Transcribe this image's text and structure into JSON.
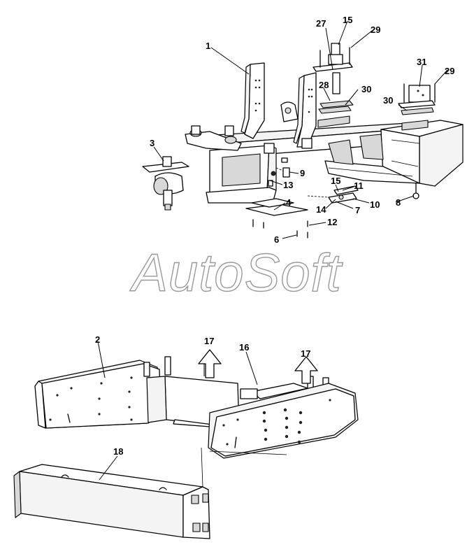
{
  "watermark": "AutoSoft",
  "labels": {
    "p1": "1",
    "p2": "2",
    "p3": "3",
    "p4": "4",
    "p6": "6",
    "p7": "7",
    "p8": "8",
    "p9": "9",
    "p10": "10",
    "p11": "11",
    "p12": "12",
    "p13": "13",
    "p14": "14",
    "p15a": "15",
    "p15b": "15",
    "p16": "16",
    "p17a": "17",
    "p17b": "17",
    "p18": "18",
    "p27": "27",
    "p28": "28",
    "p29a": "29",
    "p29b": "29",
    "p30a": "30",
    "p30b": "30",
    "p31": "31"
  }
}
